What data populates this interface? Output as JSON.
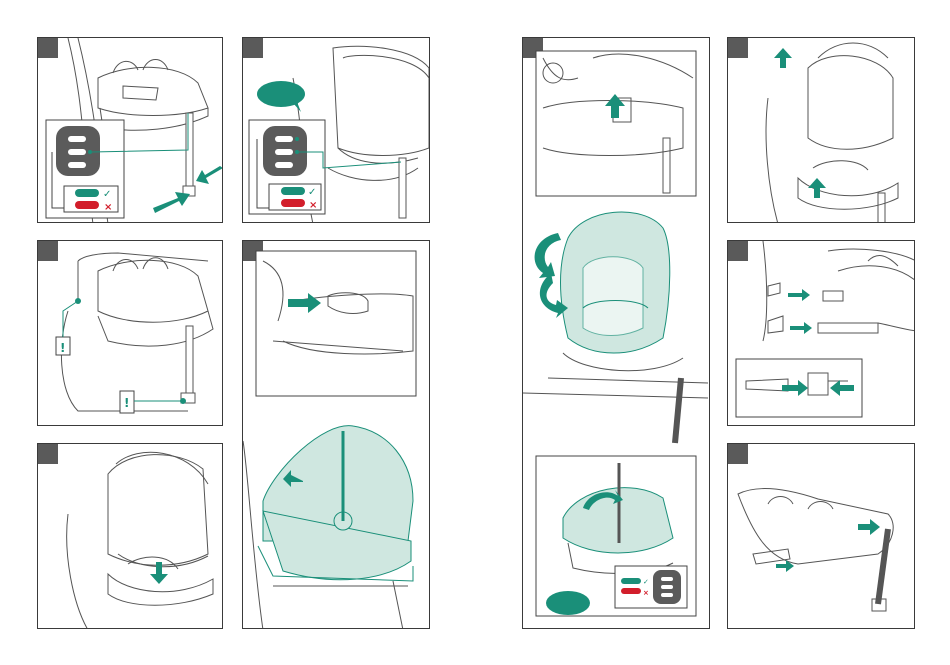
{
  "page": {
    "background": "#ffffff"
  },
  "colors": {
    "accent": "#1a8f79",
    "accent_fill": "#cfe7e0",
    "warning": "#d21e2b",
    "line": "#444444",
    "step_badge": "#5a5a5a",
    "indicator_body": "#5b5b5b"
  },
  "indicators": {
    "ok_symbol": "✓",
    "error_symbol": "×",
    "alert_symbol": "!"
  },
  "panels": [
    {
      "id": "p1",
      "icon": "base-install-indicator"
    },
    {
      "id": "p2",
      "icon": "seat-on-base-indicator"
    },
    {
      "id": "p3",
      "icon": "support-leg-check"
    },
    {
      "id": "p4",
      "icon": "seat-mounted-on-base"
    },
    {
      "id": "p5",
      "icon": "release-button-remove-seat"
    },
    {
      "id": "p6",
      "icon": "carrier-rotate-handle"
    },
    {
      "id": "p7",
      "icon": "lift-carrier-off-base"
    },
    {
      "id": "p8",
      "icon": "isofix-connectors"
    },
    {
      "id": "p9",
      "icon": "base-leg-fold"
    }
  ]
}
